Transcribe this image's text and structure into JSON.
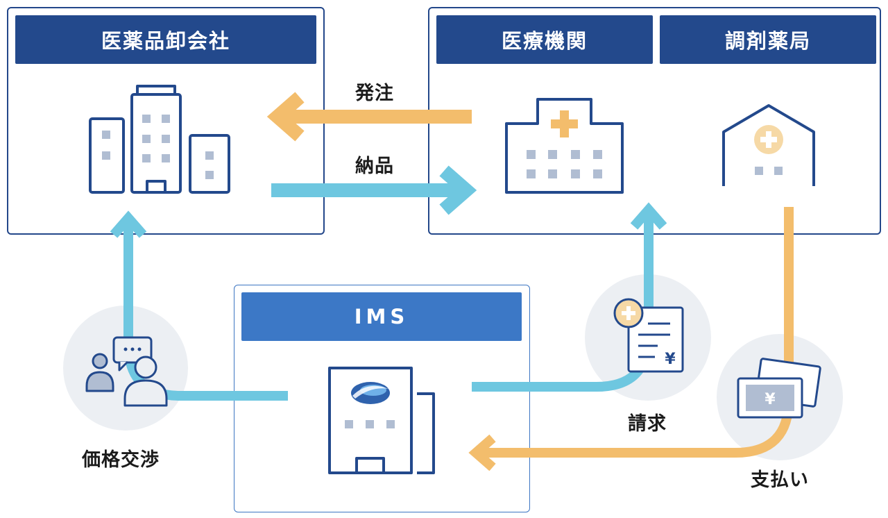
{
  "wholesaler": {
    "title": "医薬品卸会社"
  },
  "medical": {
    "title": "医療機関"
  },
  "pharmacy": {
    "title": "調剤薬局"
  },
  "ims": {
    "title": "IMS"
  },
  "flows": {
    "order": "発注",
    "delivery": "納品",
    "negotiation": "価格交渉",
    "billing": "請求",
    "payment": "支払い"
  },
  "icons": {
    "wholesaler": "office-buildings-icon",
    "hospital": "hospital-icon",
    "pharmacy": "pharmacy-house-icon",
    "ims": "ims-building-icon",
    "negotiation": "people-chat-icon",
    "billing": "invoice-yen-icon",
    "payment": "yen-banknotes-icon"
  },
  "colors": {
    "navy": "#23498c",
    "ims_blue": "#3c78c6",
    "orange": "#f3bd6c",
    "cyan": "#6ec7e0",
    "circle_bg": "#eceff3",
    "icon_fill": "#b0bdd2"
  }
}
